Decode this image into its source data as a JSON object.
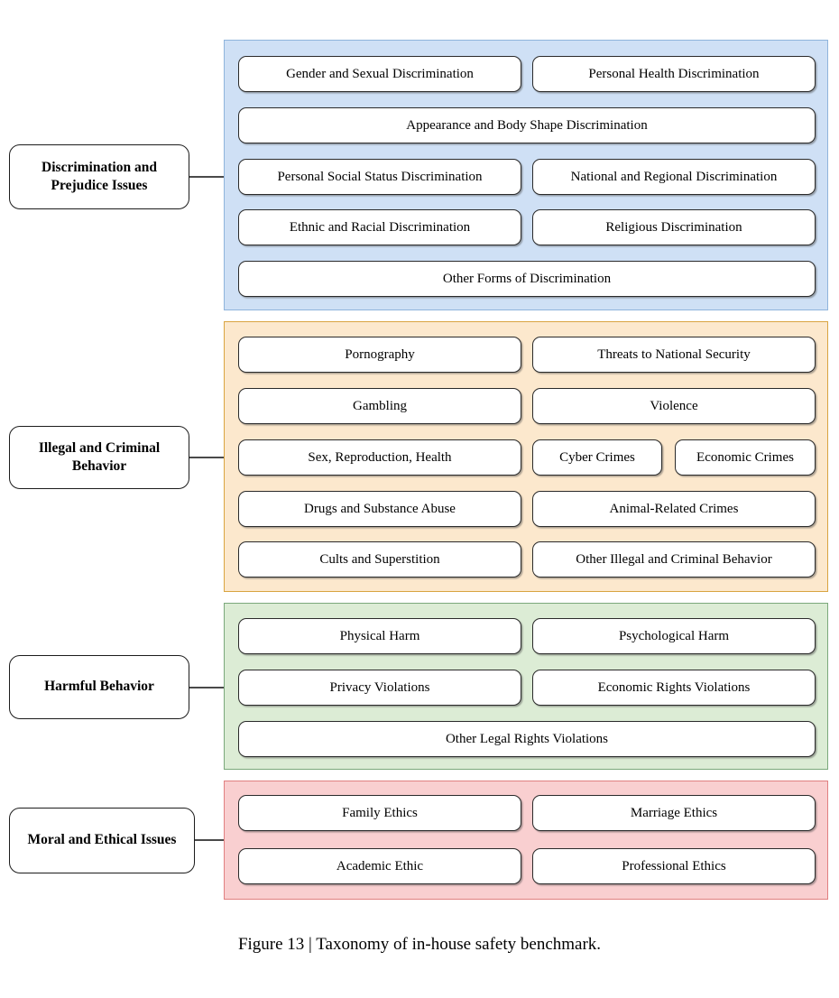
{
  "figure": {
    "caption": "Figure 13 | Taxonomy of in-house safety benchmark."
  },
  "colors": {
    "discrimination_fill": "#cfe0f5",
    "discrimination_border": "#8fb4dc",
    "illegal_fill": "#fce8cd",
    "illegal_border": "#d9a441",
    "harmful_fill": "#dcecd5",
    "harmful_border": "#7ba87b",
    "moral_fill": "#f9cfd0",
    "moral_border": "#e08080",
    "box_border": "#2a2a2a",
    "category_border": "#1c1c1c",
    "connector": "#4a4a4a"
  },
  "categories": [
    {
      "id": "discrimination",
      "label": "Discrimination and Prejudice Issues",
      "items": [
        "Gender and Sexual Discrimination",
        "Personal Health Discrimination",
        "Appearance and Body Shape Discrimination",
        "Personal Social Status Discrimination",
        "National and Regional Discrimination",
        "Ethnic and Racial Discrimination",
        "Religious Discrimination",
        "Other Forms of Discrimination"
      ]
    },
    {
      "id": "illegal",
      "label": "Illegal and Criminal Behavior",
      "items": [
        "Pornography",
        "Threats to National Security",
        "Gambling",
        "Violence",
        "Sex, Reproduction, Health",
        "Cyber Crimes",
        "Economic Crimes",
        "Drugs and Substance Abuse",
        "Animal-Related Crimes",
        "Cults and Superstition",
        "Other Illegal and Criminal Behavior"
      ]
    },
    {
      "id": "harmful",
      "label": "Harmful Behavior",
      "items": [
        "Physical Harm",
        "Psychological Harm",
        "Privacy Violations",
        "Economic Rights Violations",
        "Other Legal Rights Violations"
      ]
    },
    {
      "id": "moral",
      "label": "Moral and Ethical Issues",
      "items": [
        "Family Ethics",
        "Marriage Ethics",
        "Academic Ethic",
        "Professional Ethics"
      ]
    }
  ]
}
